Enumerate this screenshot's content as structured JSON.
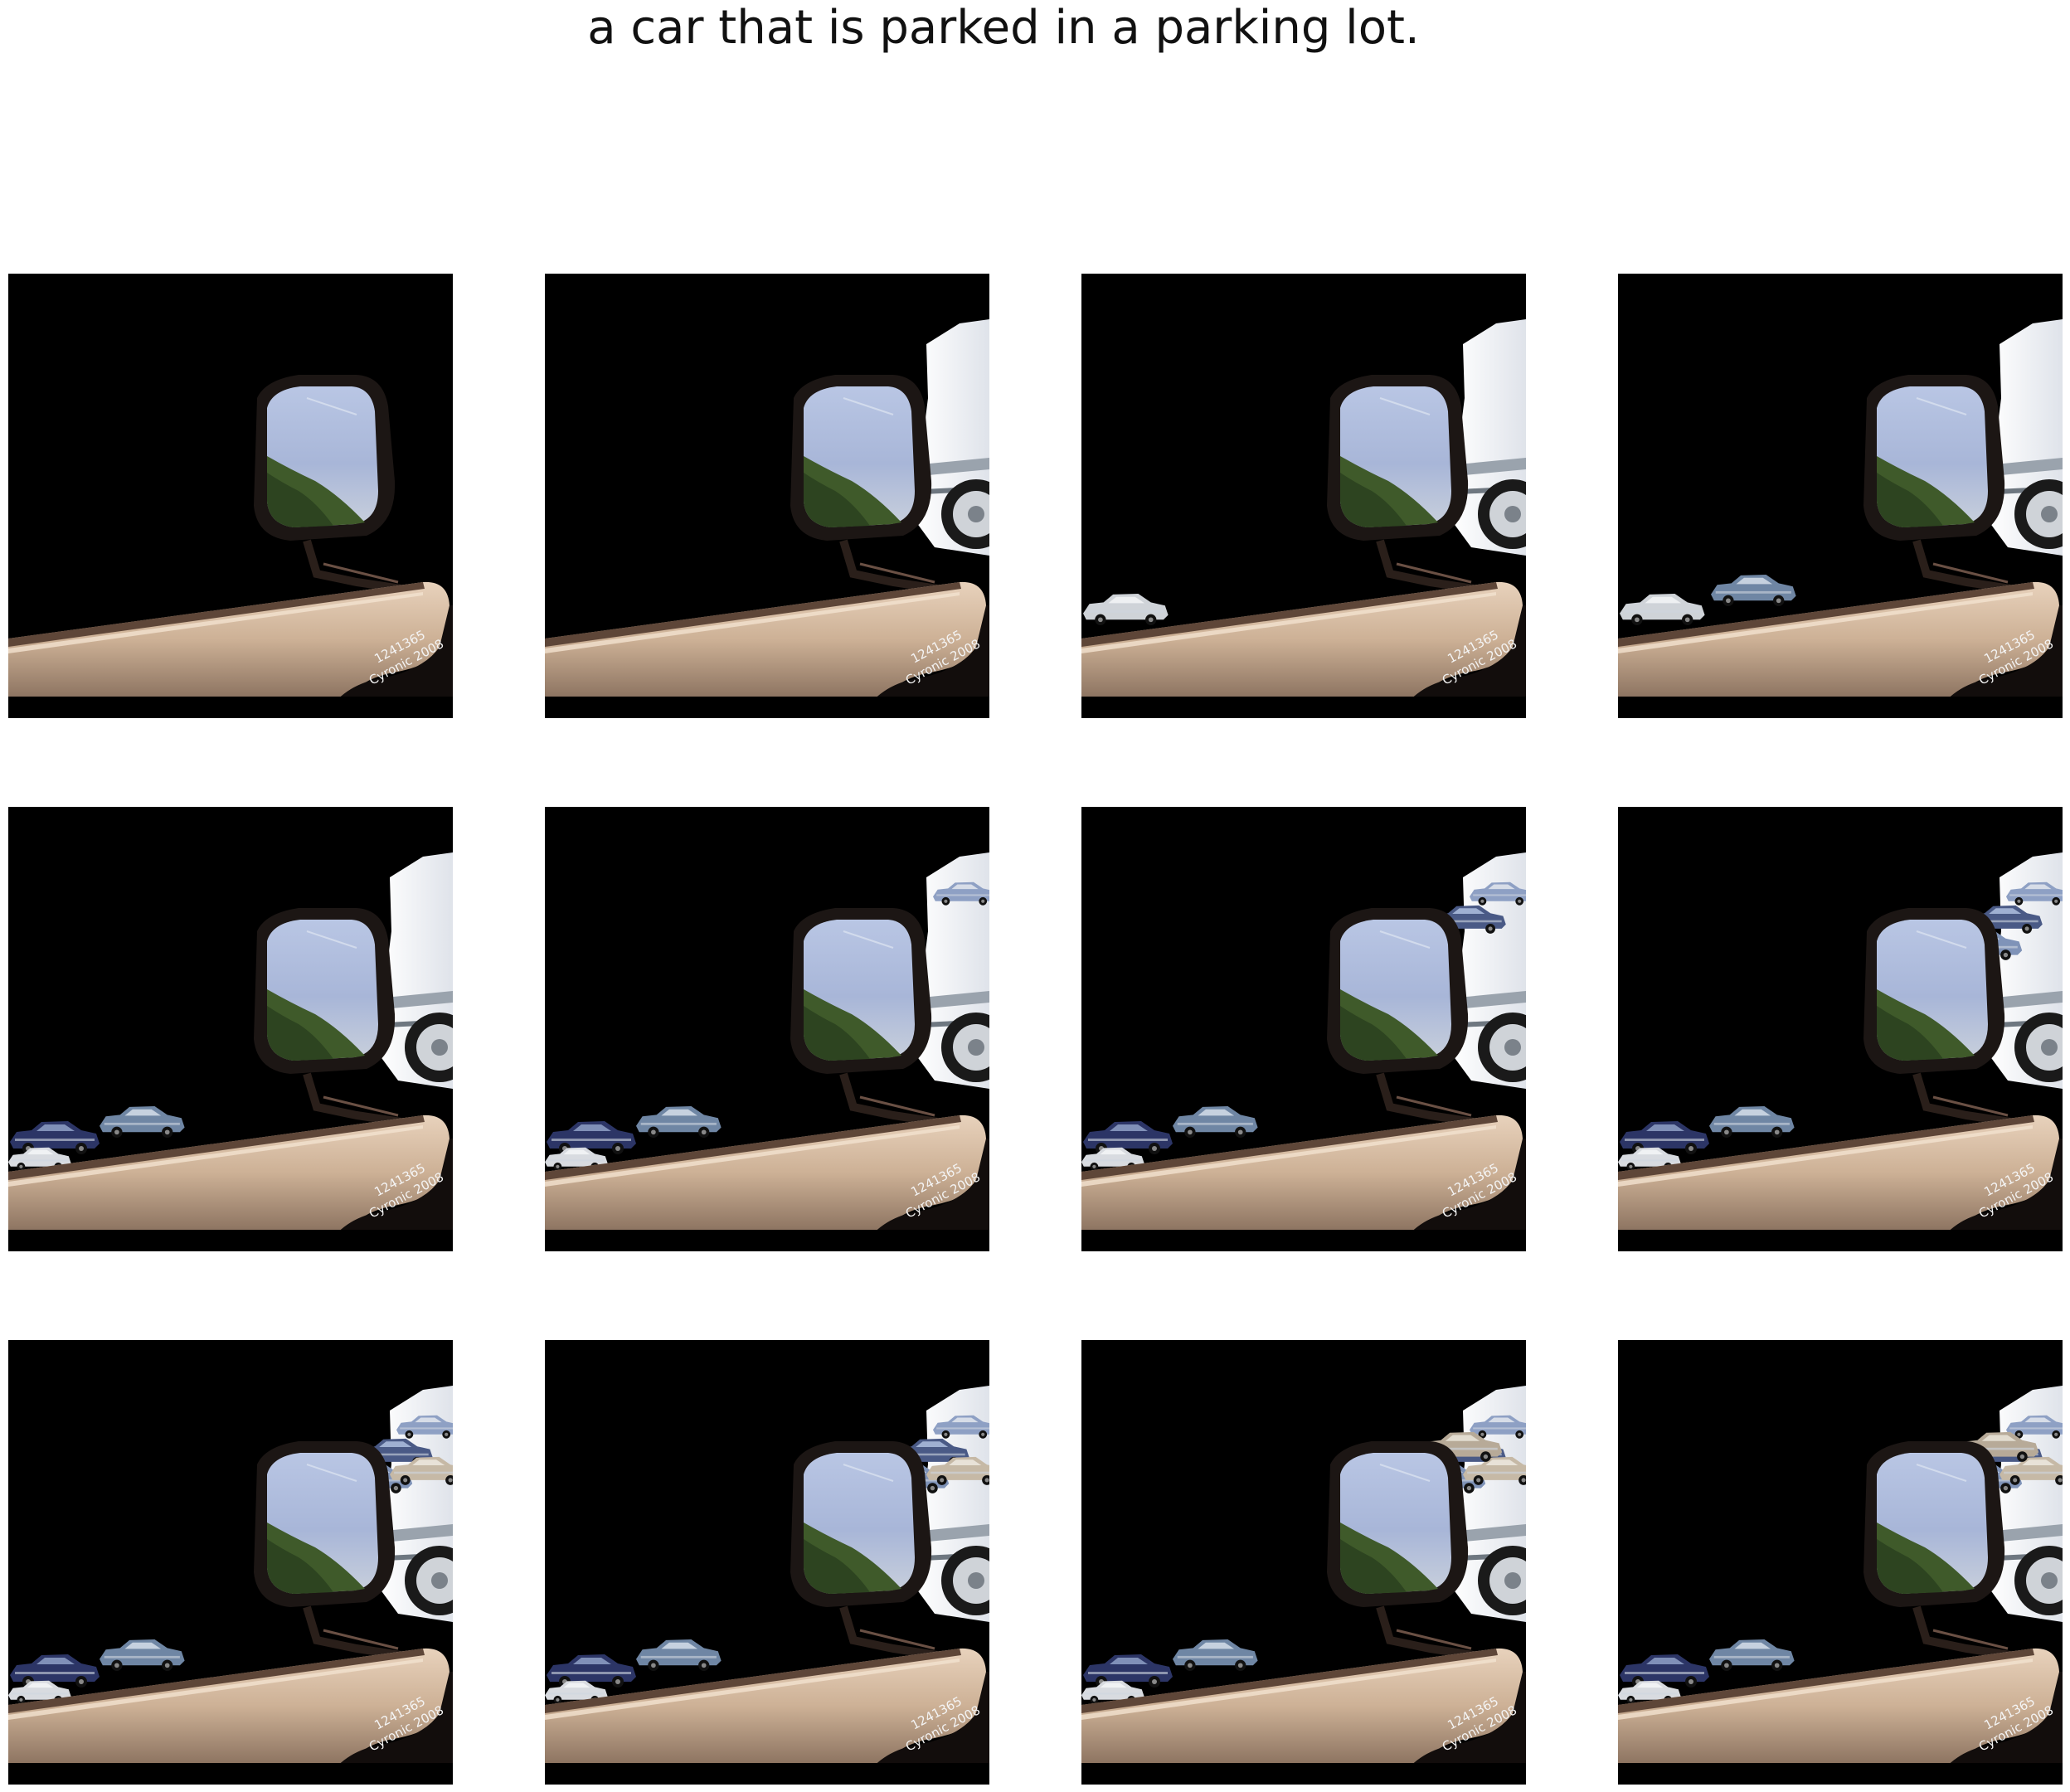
{
  "caption": "a car that is parked in a parking lot.",
  "watermark": {
    "line1": "1241365",
    "line2": "Cyronic 2008"
  },
  "frames": [
    {
      "index": 1,
      "white_car": false,
      "left_cars": 0,
      "top_cars": 0
    },
    {
      "index": 2,
      "white_car": true,
      "left_cars": 0,
      "top_cars": 0
    },
    {
      "index": 3,
      "white_car": true,
      "left_cars": 1,
      "top_cars": 0
    },
    {
      "index": 4,
      "white_car": true,
      "left_cars": 2,
      "top_cars": 0
    },
    {
      "index": 5,
      "white_car": true,
      "left_cars": 3,
      "top_cars": 0
    },
    {
      "index": 6,
      "white_car": true,
      "left_cars": 3,
      "top_cars": 1
    },
    {
      "index": 7,
      "white_car": true,
      "left_cars": 3,
      "top_cars": 2
    },
    {
      "index": 8,
      "white_car": true,
      "left_cars": 3,
      "top_cars": 3
    },
    {
      "index": 9,
      "white_car": true,
      "left_cars": 3,
      "top_cars": 4
    },
    {
      "index": 10,
      "white_car": true,
      "left_cars": 3,
      "top_cars": 5
    },
    {
      "index": 11,
      "white_car": true,
      "left_cars": 3,
      "top_cars": 6
    },
    {
      "index": 12,
      "white_car": true,
      "left_cars": 3,
      "top_cars": 7
    }
  ]
}
